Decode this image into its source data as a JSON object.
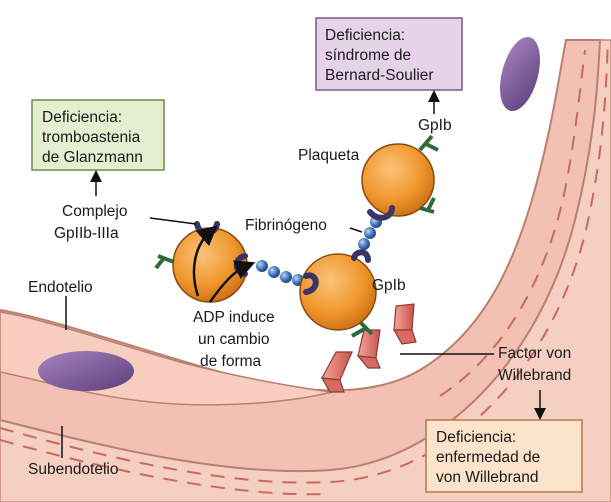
{
  "boxes": {
    "bernard": {
      "line1": "Deficiencia:",
      "line2": "síndrome de",
      "line3": "Bernard-Soulier",
      "fill": "#e6d3ea",
      "stroke": "#7a5a86"
    },
    "glanzmann": {
      "line1": "Deficiencia:",
      "line2": "tromboastenia",
      "line3": "de Glanzmann",
      "fill": "#e3efcf",
      "stroke": "#6f8a4a"
    },
    "willebrand": {
      "line1": "Deficiencia:",
      "line2": "enfermedad de",
      "line3": "von Willebrand",
      "fill": "#fbe3cc",
      "stroke": "#b07a48"
    }
  },
  "labels": {
    "gpib_top": "GpIb",
    "plaqueta": "Plaqueta",
    "complejo_line1": "Complejo",
    "complejo_line2": "GpIIb-IIIa",
    "fibrinogeno": "Fibrinógeno",
    "gpib_mid": "GpIb",
    "endotelio": "Endotelio",
    "adp_line1": "ADP induce",
    "adp_line2": "un cambio",
    "adp_line3": "de forma",
    "factor_line1": "Factor von",
    "factor_line2": "Willebrand",
    "subendotelio": "Subendotelio"
  },
  "colors": {
    "vessel_wall": "#f3c1b3",
    "vessel_stroke": "#c08a7c",
    "nucleus": "#7e5a9a",
    "platelet": "#f0982e",
    "receptor_purple": "#3b3566",
    "receptor_green": "#2f6b3a",
    "fibrinogen": "#3a6fb8",
    "vwf": "#e27a72"
  }
}
